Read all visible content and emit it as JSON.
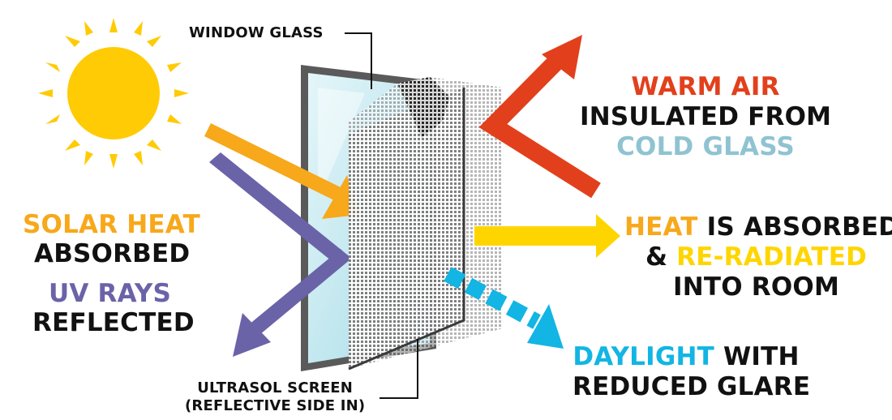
{
  "labels": {
    "window_glass": "WINDOW GLASS",
    "screen_line1": "ULTRASOL SCREEN",
    "screen_line2": "(REFLECTIVE SIDE IN)",
    "solar_heat": "SOLAR HEAT",
    "absorbed": "ABSORBED",
    "uv_rays": "UV RAYS",
    "reflected": "REFLECTED",
    "warm_air": "WARM AIR",
    "insulated_from": "INSULATED FROM",
    "cold_glass": "COLD GLASS",
    "heat": "HEAT",
    "is_absorbed": " IS ABSORBED",
    "ampersand": "& ",
    "re_radiated": "RE-RADIATED",
    "into_room": "INTO ROOM",
    "daylight": "DAYLIGHT",
    "with": " WITH",
    "reduced_glare": "REDUCED GLARE"
  },
  "colors": {
    "text": "#111111",
    "sun": "#FFCB05",
    "solar_heat": "#F7A81B",
    "uv_rays": "#6A63A8",
    "warm_air": "#E2401C",
    "cold_glass": "#8FC3D2",
    "heat": "#FFD500",
    "daylight": "#12B5E3",
    "glass_frame": "#555555",
    "glass_fill": "#CFEFF4"
  },
  "icons": [
    "sun-icon",
    "window-glass-pane",
    "ultrasol-screen-mesh"
  ]
}
